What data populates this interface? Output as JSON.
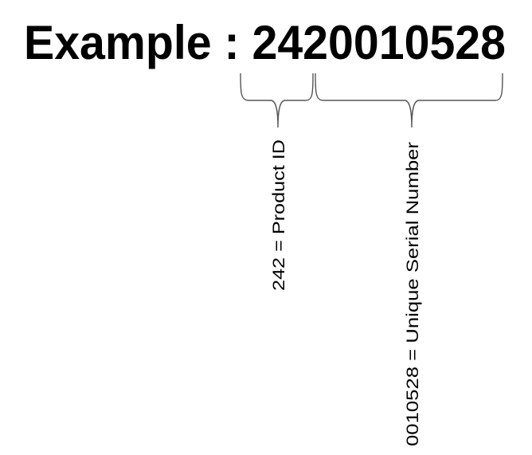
{
  "title": "Example : 2420010528",
  "segments": [
    {
      "label": "242 = Product ID"
    },
    {
      "label": "0010528 = Unique Serial Number"
    }
  ]
}
